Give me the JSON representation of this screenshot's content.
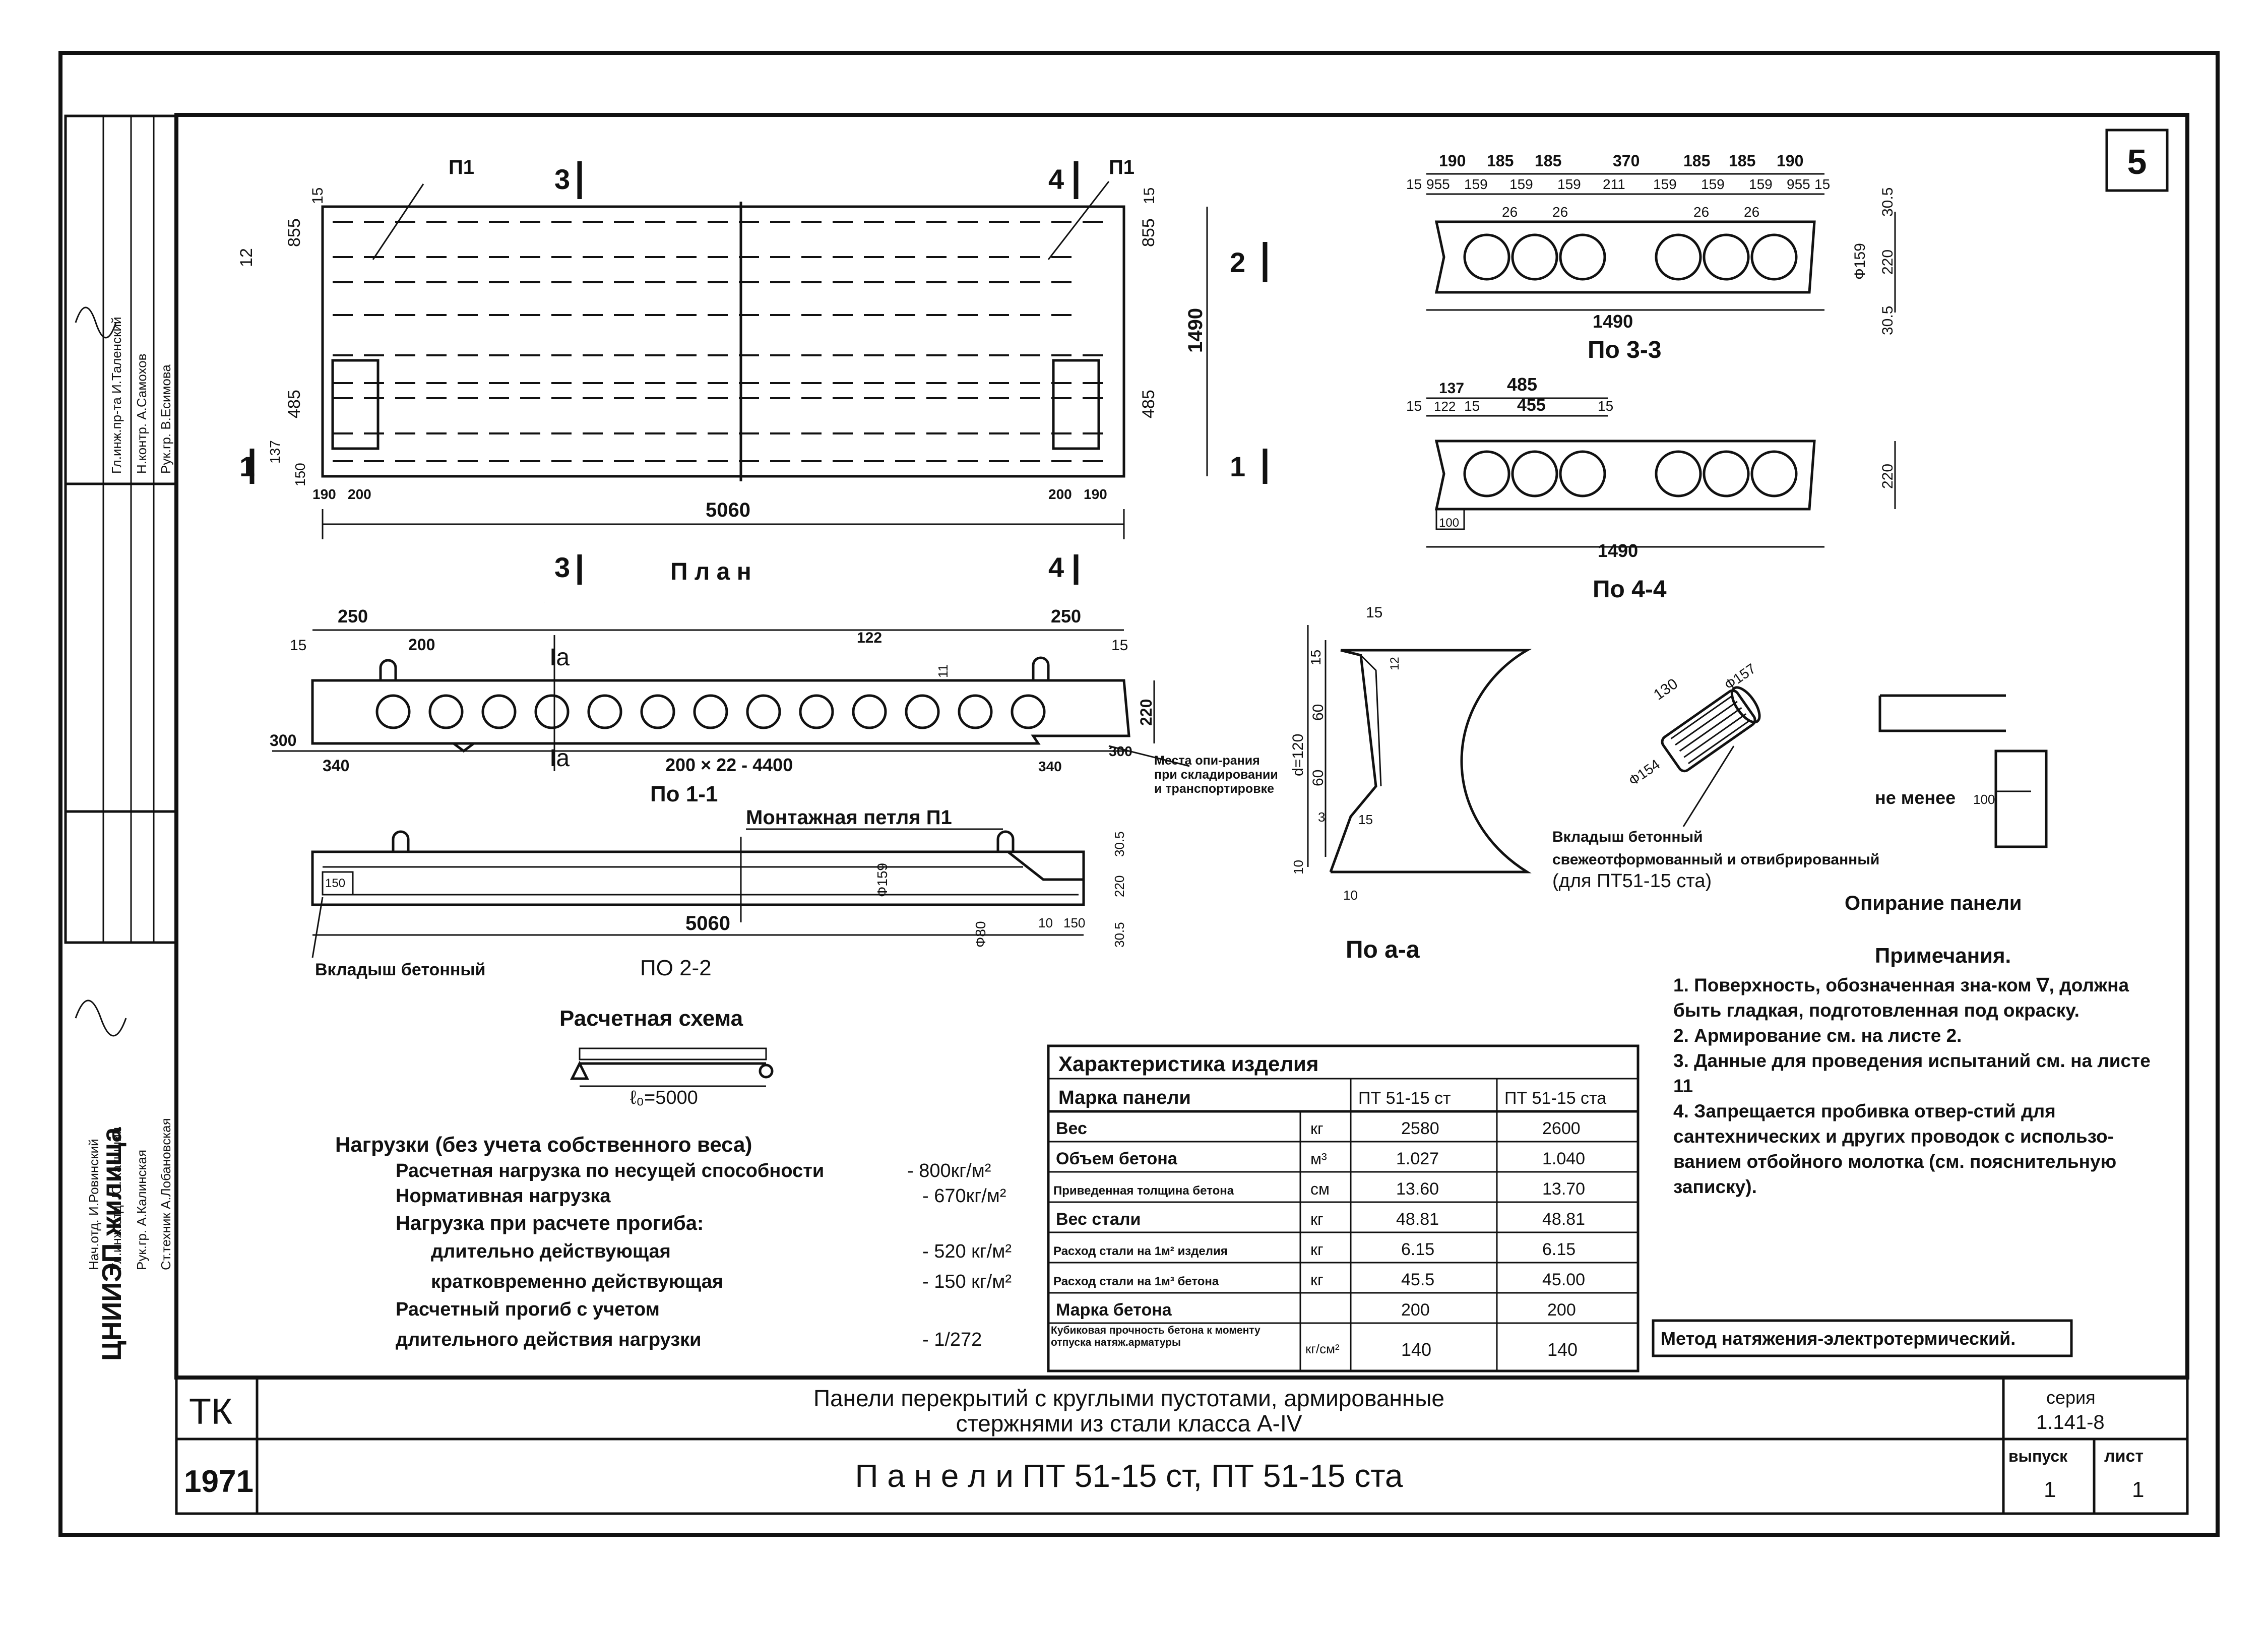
{
  "sheet_number": "5",
  "side_stamp": {
    "org": "ЦНИИЭП жилища",
    "signatures_top": [
      "Гл.инж.пр-та И.Таленский",
      "Н.контр. А.Самохов",
      "Рук.гр. В.Есимова"
    ],
    "signatures_bottom": [
      "Нач.отд. И.Ровинский",
      "Гл.инж.отд. Ю.Хакишин",
      "Рук.гр. А.Калинская",
      "Ст.техник А.Лобановская"
    ]
  },
  "plan": {
    "caption": "П л а н",
    "section_3": "3",
    "section_4": "4",
    "section_2": "2",
    "section_1": "1",
    "loop_left": "П1",
    "loop_right": "П1",
    "dims": {
      "total_length": "5060",
      "width": "1490",
      "d_855_left": "855",
      "d_855_right": "855",
      "d_485_left": "485",
      "d_485_right": "485",
      "d_15a": "15",
      "d_15b": "15",
      "d_12": "12",
      "d_190_left": "190",
      "d_190_right": "190",
      "d_200_left": "200",
      "d_200_right": "200",
      "d_137": "137",
      "d_150": "150"
    }
  },
  "section_3_3": {
    "caption": "По 3-3",
    "top_dims": [
      "190",
      "185",
      "185",
      "370",
      "185",
      "185",
      "190"
    ],
    "sub_dims": [
      "15",
      "955",
      "159",
      "159",
      "159",
      "211",
      "159",
      "159",
      "159",
      "955",
      "15"
    ],
    "rib": [
      "26",
      "26",
      "26",
      "26"
    ],
    "right_dims": [
      "30.5",
      "Ф159",
      "220",
      "30.5"
    ],
    "width": "1490"
  },
  "section_4_4": {
    "caption": "По 4-4",
    "top_dims": [
      "137",
      "485"
    ],
    "sub_dims": [
      "15",
      "122",
      "15",
      "455",
      "15"
    ],
    "height": "220",
    "width": "1490",
    "corner": "100"
  },
  "section_1_1": {
    "caption": "По 1-1",
    "dims": {
      "left_250": "250",
      "right_250": "250",
      "d_200": "200",
      "d_15_left": "15",
      "d_15_right": "15",
      "d_122": "122",
      "d_300": "300",
      "d_340": "340",
      "pitch": "200 × 22 - 4400",
      "height": "220",
      "d_11": "11",
      "d_340_right": "340",
      "d_300_right": "300"
    },
    "mark_a_top": "Iа",
    "mark_a_bottom": "Iа",
    "support_note": "Места опи-рания при складировании и транспортировке"
  },
  "section_2_2": {
    "caption": "ПО 2-2",
    "loop_note": "Монтажная петля П1",
    "length": "5060",
    "insert_note": "Вкладыш бетонный",
    "dims": [
      "Ф159",
      "Ф80",
      "30.5",
      "220",
      "30.5",
      "10",
      "150",
      "150"
    ]
  },
  "detail_a": {
    "caption": "По а-а",
    "dims": [
      "15",
      "15",
      "60",
      "60",
      "d=120",
      "3",
      "15",
      "10",
      "10",
      "12"
    ]
  },
  "insert_detail": {
    "dims": [
      "130",
      "Ф157",
      "Ф154"
    ],
    "text": [
      "Вкладыш бетонный",
      "свежеотформованный и отвибрированный",
      "(для ПТ51-15 ста)"
    ]
  },
  "support_detail": {
    "label": "не менее",
    "value": "100",
    "caption": "Опирание панели"
  },
  "design_scheme": {
    "title": "Расчетная схема",
    "span": "ℓ₀=5000"
  },
  "loads": {
    "title": "Нагрузки (без учета собственного веса)",
    "rows": [
      {
        "label": "Расчетная нагрузка по несущей способности",
        "value": "- 800кг/м²"
      },
      {
        "label": "Нормативная нагрузка",
        "value": "- 670кг/м²"
      },
      {
        "label": "Нагрузка при расчете прогиба:",
        "value": ""
      },
      {
        "label": "длительно действующая",
        "value": "- 520 кг/м²"
      },
      {
        "label": "кратковременно действующая",
        "value": "- 150 кг/м²"
      },
      {
        "label": "Расчетный прогиб с учетом",
        "value": ""
      },
      {
        "label": "длительного действия нагрузки",
        "value": "- 1/272"
      }
    ]
  },
  "spec_table": {
    "title": "Характеристика изделия",
    "header": [
      "Марка панели",
      "",
      "ПТ 51-15 ст",
      "ПТ 51-15 ста"
    ],
    "rows": [
      [
        "Вес",
        "кг",
        "2580",
        "2600"
      ],
      [
        "Объем бетона",
        "м³",
        "1.027",
        "1.040"
      ],
      [
        "Приведенная толщина бетона",
        "см",
        "13.60",
        "13.70"
      ],
      [
        "Вес стали",
        "кг",
        "48.81",
        "48.81"
      ],
      [
        "Расход стали на 1м² изделия",
        "кг",
        "6.15",
        "6.15"
      ],
      [
        "Расход стали на 1м³ бетона",
        "кг",
        "45.5",
        "45.00"
      ],
      [
        "Марка бетона",
        "",
        "200",
        "200"
      ],
      [
        "Кубиковая прочность бетона к моменту отпуска натяж.арматуры",
        "кг/см²",
        "140",
        "140"
      ]
    ]
  },
  "notes": {
    "title": "Примечания.",
    "items": [
      "1. Поверхность, обозначенная зна-ком ∇, должна быть гладкая, подготовленная под окраску.",
      "2. Армирование см. на листе 2.",
      "3. Данные для проведения испытаний см. на листе 11",
      "4. Запрещается пробивка отвер-стий для сантехнических и других проводок с использо-ванием отбойного молотка (см. пояснительную записку)."
    ],
    "method": "Метод натяжения-электротермический."
  },
  "title_block": {
    "tk": "ТК",
    "year": "1971",
    "title_line1": "Панели перекрытий с круглыми пустотами, армированные",
    "title_line2": "стержнями из стали класса А-IV",
    "title_main": "П а н е л и   ПТ 51-15 ст, ПТ 51-15 ста",
    "series_label": "серия",
    "series_value": "1.141-8",
    "issue_label": "выпуск",
    "issue_value": "1",
    "sheet_label": "лист",
    "sheet_value": "1"
  }
}
